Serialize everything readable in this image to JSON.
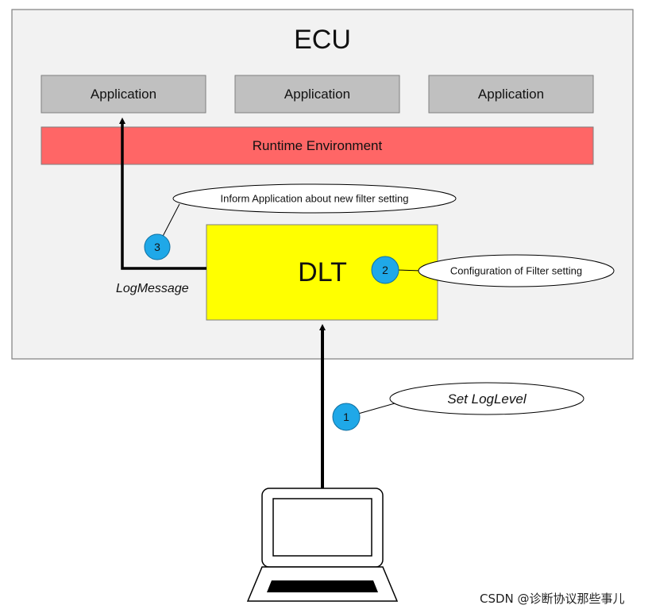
{
  "ecu": {
    "title": "ECU"
  },
  "applications": [
    {
      "label": "Application"
    },
    {
      "label": "Application"
    },
    {
      "label": "Application"
    }
  ],
  "runtime": {
    "label": "Runtime Environment"
  },
  "dlt": {
    "label": "DLT"
  },
  "callouts": {
    "inform": "Inform Application about new filter setting",
    "config": "Configuration of Filter setting",
    "set_level": "Set LogLevel"
  },
  "steps": {
    "one": "1",
    "two": "2",
    "three": "3"
  },
  "log_message": "LogMessage",
  "watermark": "CSDN @诊断协议那些事儿",
  "colors": {
    "ecu_bg": "#f2f2f2",
    "app_box": "#c0c0c0",
    "runtime": "#ff6666",
    "dlt": "#ffff00",
    "step_circle": "#1fa8e8"
  },
  "icons": {
    "laptop": "laptop-icon"
  }
}
